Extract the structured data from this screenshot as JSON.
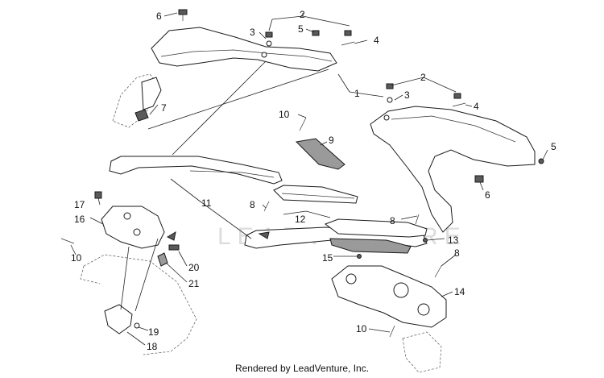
{
  "watermark": "LEADVENTURE",
  "footer": "Rendered by LeadVenture, Inc.",
  "callouts": {
    "c6a": "6",
    "c2a": "2",
    "c3a": "3",
    "c5a": "5",
    "c4a": "4",
    "c7": "7",
    "c1": "1",
    "c2b": "2",
    "c3b": "3",
    "c4b": "4",
    "c10a": "10",
    "c9": "9",
    "c5b": "5",
    "c6b": "6",
    "c11": "11",
    "c8a": "8",
    "c12": "12",
    "c17": "17",
    "c16": "16",
    "c8b": "8",
    "c13": "13",
    "c10b": "10",
    "c15": "15",
    "c8c": "8",
    "c20": "20",
    "c21": "21",
    "c14": "14",
    "c19": "19",
    "c18": "18",
    "c10c": "10"
  }
}
